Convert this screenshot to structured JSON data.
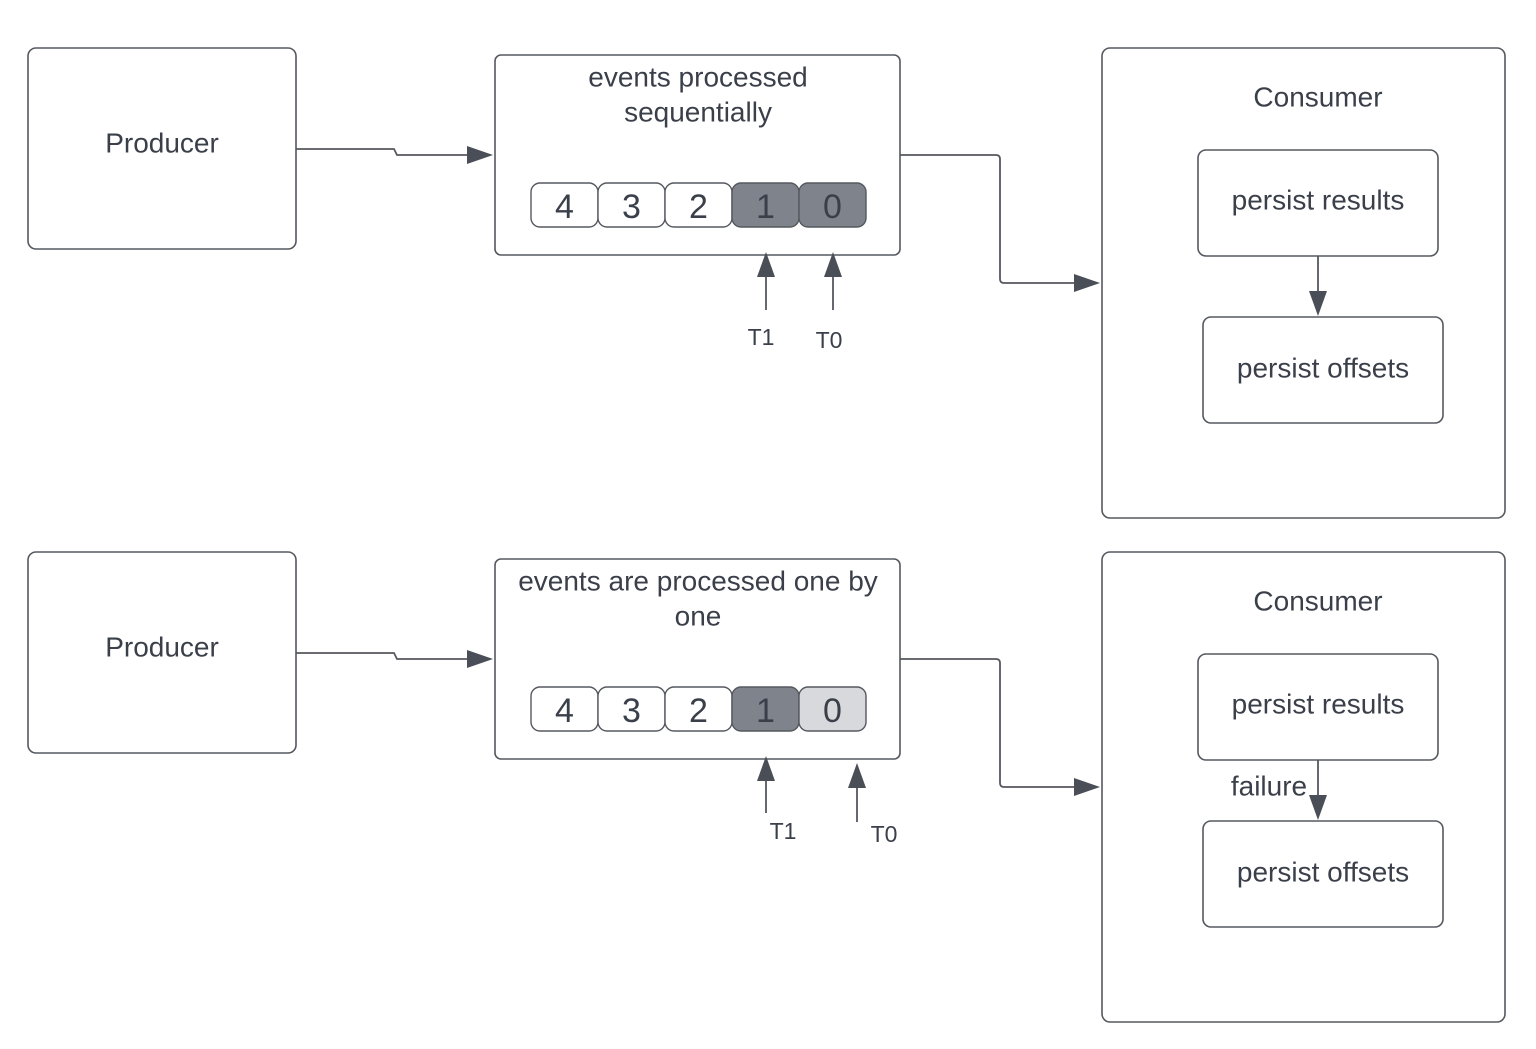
{
  "rows": [
    {
      "producer": {
        "label": "Producer"
      },
      "queue": {
        "title_line1": "events processed",
        "title_line2": "sequentially",
        "slots": [
          "4",
          "3",
          "2",
          "1",
          "0"
        ],
        "slot_states": [
          "normal",
          "normal",
          "normal",
          "processed",
          "processed"
        ],
        "pointers": [
          "T1",
          "T0"
        ]
      },
      "consumer": {
        "title": "Consumer",
        "step1": "persist results",
        "step2": "persist offsets",
        "edge_label": ""
      }
    },
    {
      "producer": {
        "label": "Producer"
      },
      "queue": {
        "title_line1": "events are processed one by",
        "title_line2": "one",
        "slots": [
          "4",
          "3",
          "2",
          "1",
          "0"
        ],
        "slot_states": [
          "normal",
          "normal",
          "normal",
          "processed",
          "pending"
        ],
        "pointers": [
          "T1",
          "T0"
        ]
      },
      "consumer": {
        "title": "Consumer",
        "step1": "persist results",
        "step2": "persist offsets",
        "edge_label": "failure"
      }
    }
  ],
  "colors": {
    "normal": "#ffffff",
    "processed": "#7f848c",
    "pending": "#d8d9dc",
    "stroke": "#55585f"
  }
}
